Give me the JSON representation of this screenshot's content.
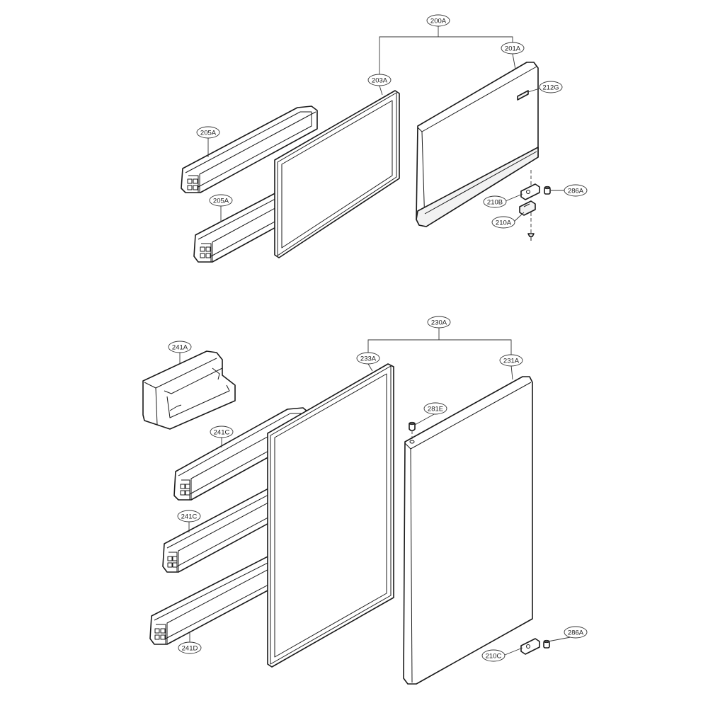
{
  "diagram": {
    "top_assembly": {
      "assembly_label": "200A",
      "door_label": "201A",
      "gasket_label": "203A",
      "badge_label": "212G",
      "upper_basket_label": "205A",
      "lower_basket_label": "205A",
      "hinge_plate_label": "210B",
      "hinge_bracket_label": "210A",
      "cap_label": "286A"
    },
    "bottom_assembly": {
      "assembly_label": "230A",
      "door_label": "231A",
      "gasket_label": "233A",
      "dairy_bin_label": "241A",
      "upper_basket_label": "241C",
      "middle_basket_label": "241C",
      "lower_basket_label": "241D",
      "pin_label": "281E",
      "hinge_label": "210C",
      "cap_label": "286A"
    }
  }
}
